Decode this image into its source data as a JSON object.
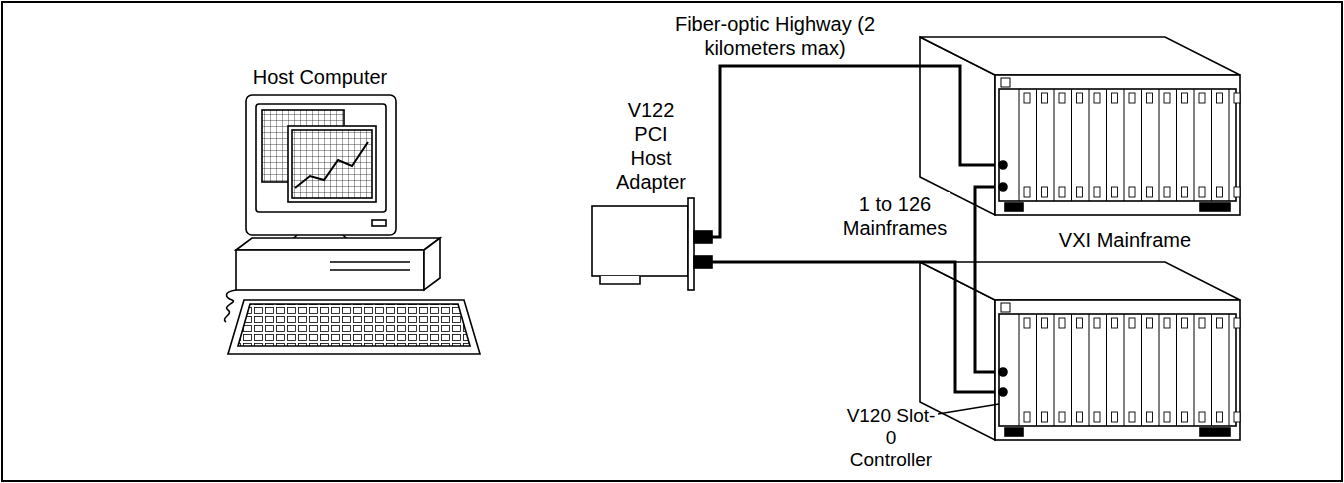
{
  "diagram": {
    "nodes": [
      {
        "text": [
          "Host Computer"
        ]
      },
      {
        "text": [
          "V122 PCI Host Adapter"
        ]
      },
      {
        "text": []
      },
      {
        "text": [
          "VXI Mainframe",
          "V120 Slot-0 Controller"
        ]
      }
    ],
    "edges": [
      {
        "from": 1,
        "to": 2,
        "arrow": "none",
        "label": "Fiber-optic Highway (2 kilometers max)"
      },
      {
        "from": 2,
        "to": 3,
        "arrow": "none"
      },
      {
        "from": 1,
        "to": 3,
        "arrow": "none"
      }
    ],
    "labels": [
      "1 to 126 Mainframes"
    ]
  }
}
